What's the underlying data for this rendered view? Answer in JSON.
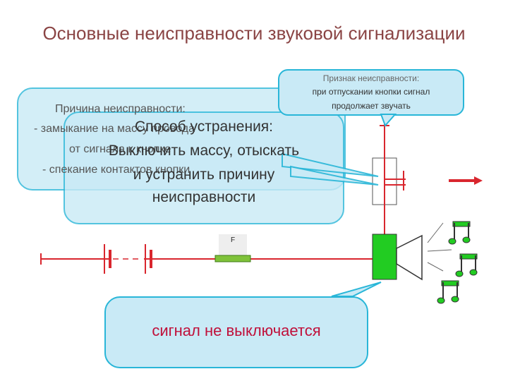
{
  "title": "Основные неисправности звуковой сигнализации",
  "sign": {
    "heading": "Признак неисправности:",
    "line1": "при отпускании кнопки сигнал",
    "line2": "продолжает звучать"
  },
  "cause": {
    "heading": "Причина неисправности:",
    "line1": "- замыкание на массу провода",
    "line2": "от сигнала к кнопке",
    "line3": "- спекание контактов кнопки"
  },
  "fix": {
    "heading": "Способ устранения:",
    "line1": "Выключить массу, отыскать",
    "line2": "и устранить причину",
    "line3": "неисправности"
  },
  "result": {
    "text": "сигнал не выключается"
  },
  "fuse": {
    "label": "F"
  },
  "colors": {
    "title": "#8a4444",
    "bubble_fill": "#c9eaf6",
    "bubble_border": "#29b6d8",
    "wire": "#d9262e",
    "horn": "#22cc22",
    "result_text": "#c0103a"
  },
  "icons": [
    "music-note-icon",
    "red-arrow-icon"
  ]
}
